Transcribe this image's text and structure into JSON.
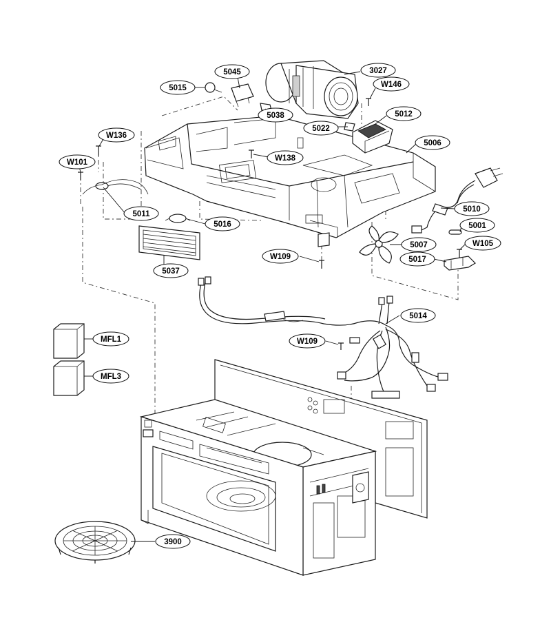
{
  "callouts": [
    {
      "id": "5045",
      "label": "5045"
    },
    {
      "id": "3027",
      "label": "3027"
    },
    {
      "id": "5015",
      "label": "5015"
    },
    {
      "id": "W146",
      "label": "W146"
    },
    {
      "id": "5038",
      "label": "5038"
    },
    {
      "id": "5012",
      "label": "5012"
    },
    {
      "id": "5022",
      "label": "5022"
    },
    {
      "id": "W136",
      "label": "W136"
    },
    {
      "id": "5006",
      "label": "5006"
    },
    {
      "id": "W138",
      "label": "W138"
    },
    {
      "id": "W101",
      "label": "W101"
    },
    {
      "id": "5011",
      "label": "5011"
    },
    {
      "id": "5010",
      "label": "5010"
    },
    {
      "id": "5016",
      "label": "5016"
    },
    {
      "id": "5001",
      "label": "5001"
    },
    {
      "id": "5007",
      "label": "5007"
    },
    {
      "id": "W105",
      "label": "W105"
    },
    {
      "id": "W109a",
      "label": "W109"
    },
    {
      "id": "5017",
      "label": "5017"
    },
    {
      "id": "5037",
      "label": "5037"
    },
    {
      "id": "5014",
      "label": "5014"
    },
    {
      "id": "W109b",
      "label": "W109"
    },
    {
      "id": "MFL1",
      "label": "MFL1"
    },
    {
      "id": "MFL3",
      "label": "MFL3"
    },
    {
      "id": "3900",
      "label": "3900"
    }
  ]
}
